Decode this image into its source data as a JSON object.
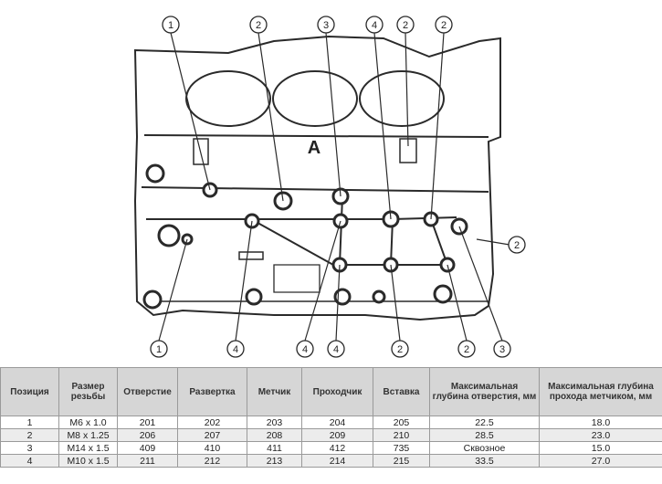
{
  "callouts": {
    "c1": "1",
    "c2": "2",
    "c3": "3",
    "c4": "4",
    "c5": "2",
    "c6": "2",
    "c7": "2",
    "c8": "1",
    "c9": "4",
    "c10": "4",
    "c11": "4",
    "c12": "2",
    "c13": "2",
    "c14": "3",
    "bay_mark": "A"
  },
  "table": {
    "headers": [
      "Позиция",
      "Размер резьбы",
      "Отверстие",
      "Развертка",
      "Метчик",
      "Проходчик",
      "Вставка",
      "Максимальная глубина отверстия, мм",
      "Максимальная глубина прохода метчиком, мм"
    ],
    "rows": [
      [
        "1",
        "M6 x 1.0",
        "201",
        "202",
        "203",
        "204",
        "205",
        "22.5",
        "18.0"
      ],
      [
        "2",
        "M8 x 1.25",
        "206",
        "207",
        "208",
        "209",
        "210",
        "28.5",
        "23.0"
      ],
      [
        "3",
        "M14 x 1.5",
        "409",
        "410",
        "411",
        "412",
        "735",
        "Сквозное",
        "15.0"
      ],
      [
        "4",
        "M10 x 1.5",
        "211",
        "212",
        "213",
        "214",
        "215",
        "33.5",
        "27.0"
      ]
    ]
  },
  "colors": {
    "line": "#2a2a2a",
    "header_bg": "#d6d6d6",
    "grid": "#9a9a9a"
  }
}
